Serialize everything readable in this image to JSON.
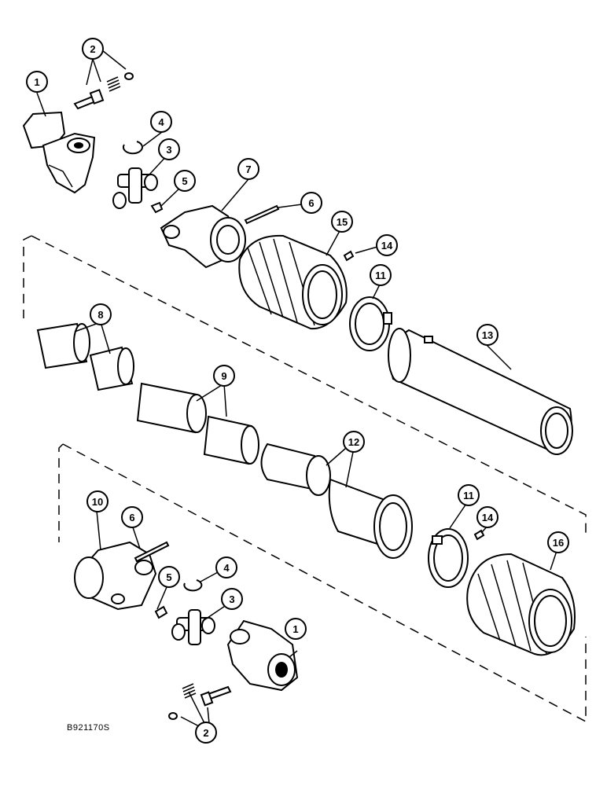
{
  "figure_id": "B921170S",
  "callouts": [
    "1",
    "2",
    "4",
    "3",
    "5",
    "7",
    "6",
    "15",
    "14",
    "11",
    "8",
    "13",
    "9",
    "12",
    "10",
    "6",
    "4",
    "5",
    "3",
    "11",
    "14",
    "16",
    "1",
    "2"
  ]
}
